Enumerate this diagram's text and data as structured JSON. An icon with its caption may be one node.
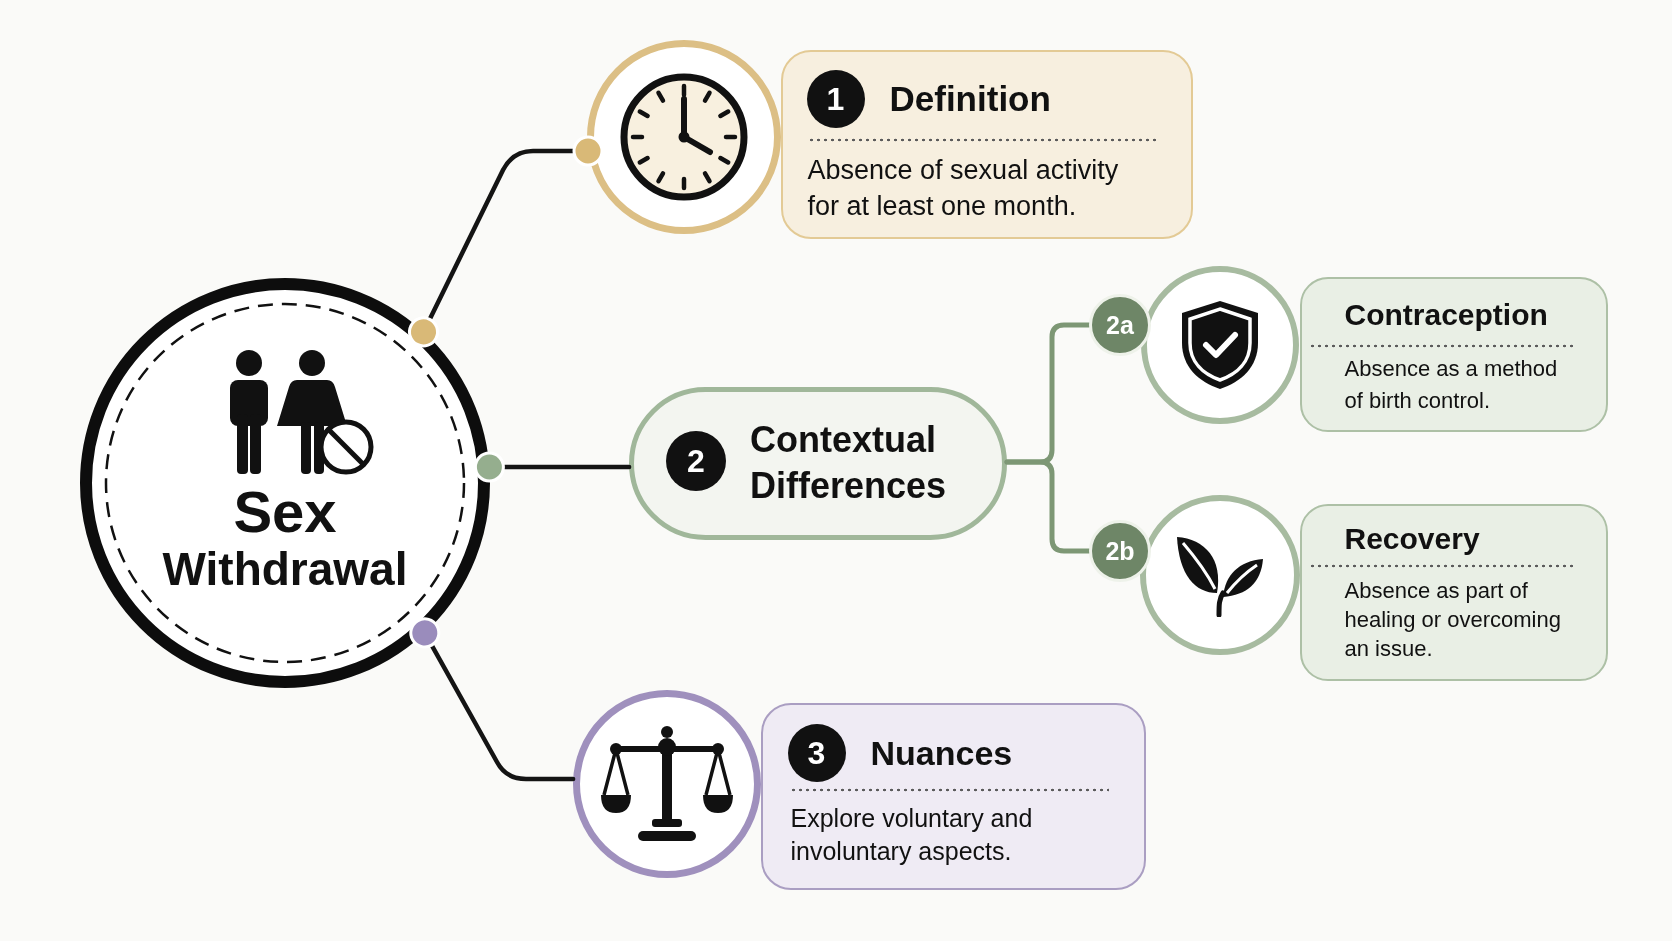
{
  "diagram": {
    "nodes": [
      {
        "text": [
          "Sex",
          "Withdrawal"
        ]
      },
      {
        "text": [],
        "shape": "circle"
      },
      {
        "text": [
          "Definition",
          "Absence of sexual activity for at least one month."
        ]
      },
      {
        "text": [
          "1"
        ],
        "in": 2
      },
      {
        "text": [
          "Contextual Differences"
        ]
      },
      {
        "text": [
          "2"
        ],
        "in": 4
      },
      {
        "text": [
          "2a"
        ]
      },
      {
        "text": [],
        "shape": "circle"
      },
      {
        "text": [
          "Contraception",
          "Absence as a method of birth control."
        ]
      },
      {
        "text": [
          "2b"
        ]
      },
      {
        "text": [],
        "shape": "circle"
      },
      {
        "text": [
          "Recovery",
          "Absence as part of healing or overcoming an issue."
        ]
      },
      {
        "text": [],
        "shape": "circle"
      },
      {
        "text": [
          "Nuances",
          "Explore voluntary and involuntary aspects."
        ]
      },
      {
        "text": [
          "3"
        ],
        "in": 13
      }
    ],
    "edges": [
      {
        "from": 0,
        "to": 1,
        "arrow": "other"
      },
      {
        "from": 0,
        "to": 4,
        "arrow": "other"
      },
      {
        "from": 0,
        "to": 12,
        "arrow": "other"
      },
      {
        "from": 4,
        "to": 6,
        "arrow": "none",
        "color": "#7d9775"
      },
      {
        "from": 4,
        "to": 9,
        "arrow": "none",
        "color": "#7d9775"
      }
    ]
  }
}
